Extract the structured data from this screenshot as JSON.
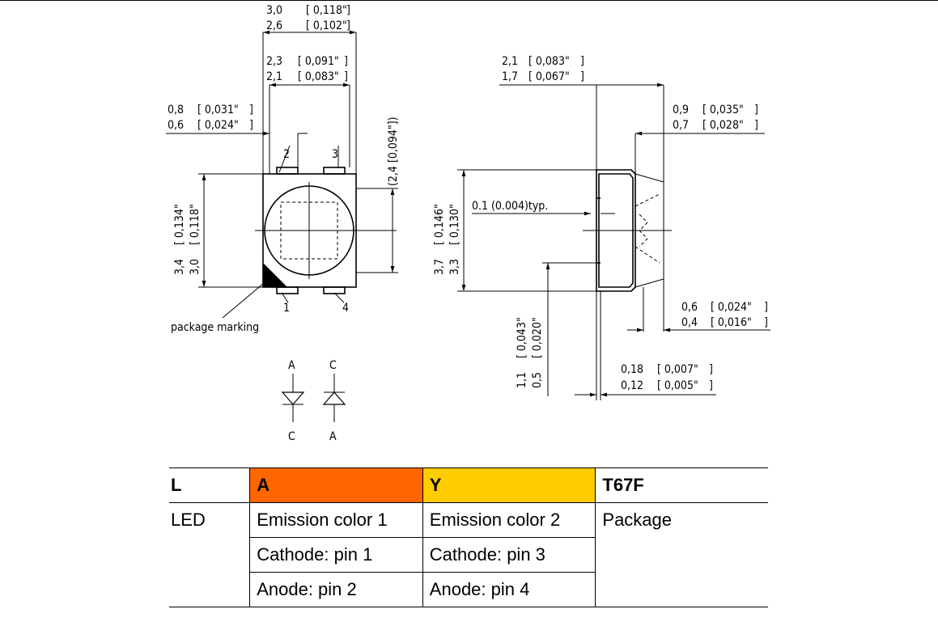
{
  "drawing": {
    "top_view": {
      "dim_width_outer": {
        "mm": "3,0 / 2,6",
        "inch": "0,118\" / 0,102\""
      },
      "dim_width_inner": {
        "mm": "2,3 / 2,1",
        "inch": "0,091\" / 0,083\""
      },
      "dim_pad": {
        "mm": "0,8 / 0,6",
        "inch": "0,031\" / 0,024\""
      },
      "dim_height_ref": "(2,4 [0,094\"])",
      "dim_height": {
        "mm_hi": "3,4",
        "mm_lo": "3,0",
        "in_hi": "0,134\"",
        "in_lo": "0,118\""
      },
      "pins": [
        "1",
        "2",
        "3",
        "4"
      ],
      "marking_label": "package marking"
    },
    "side_view": {
      "dim_top": {
        "mm": "2,1 / 1,7",
        "inch": "0,083\" / 0,067\""
      },
      "dim_right": {
        "mm": "0,9 / 0,7",
        "inch": "0,035\" / 0,028\""
      },
      "typ_label": "0.1 (0.004)typ.",
      "dim_height": {
        "mm_hi": "3,7",
        "mm_lo": "3,3",
        "in_hi": "0,146\"",
        "in_lo": "0,130\""
      },
      "dim_lead_height": {
        "mm_hi": "1,1",
        "mm_lo": "0,5",
        "in_hi": "0,043\"",
        "in_lo": "0,020\""
      },
      "dim_bottom_right": {
        "mm": "0,6 / 0,4",
        "inch": "0,024\" / 0,016\""
      },
      "dim_thickness": {
        "mm": "0,18 / 0,12",
        "inch": "0,007\" / 0,005\""
      }
    },
    "schematic": {
      "diode1_top": "A",
      "diode1_bottom": "C",
      "diode2_top": "C",
      "diode2_bottom": "A"
    }
  },
  "table": {
    "header": [
      "L",
      "A",
      "Y",
      "T67F"
    ],
    "header_colors": [
      "#ffffff",
      "#ff6600",
      "#ffcc00",
      "#ffffff"
    ],
    "rows": [
      [
        "LED",
        "Emission color 1",
        "Emission color 2",
        "Package"
      ],
      [
        "",
        "Cathode: pin 1",
        "Cathode: pin 3",
        ""
      ],
      [
        "",
        "Anode: pin 2",
        "Anode: pin 4",
        ""
      ]
    ]
  }
}
